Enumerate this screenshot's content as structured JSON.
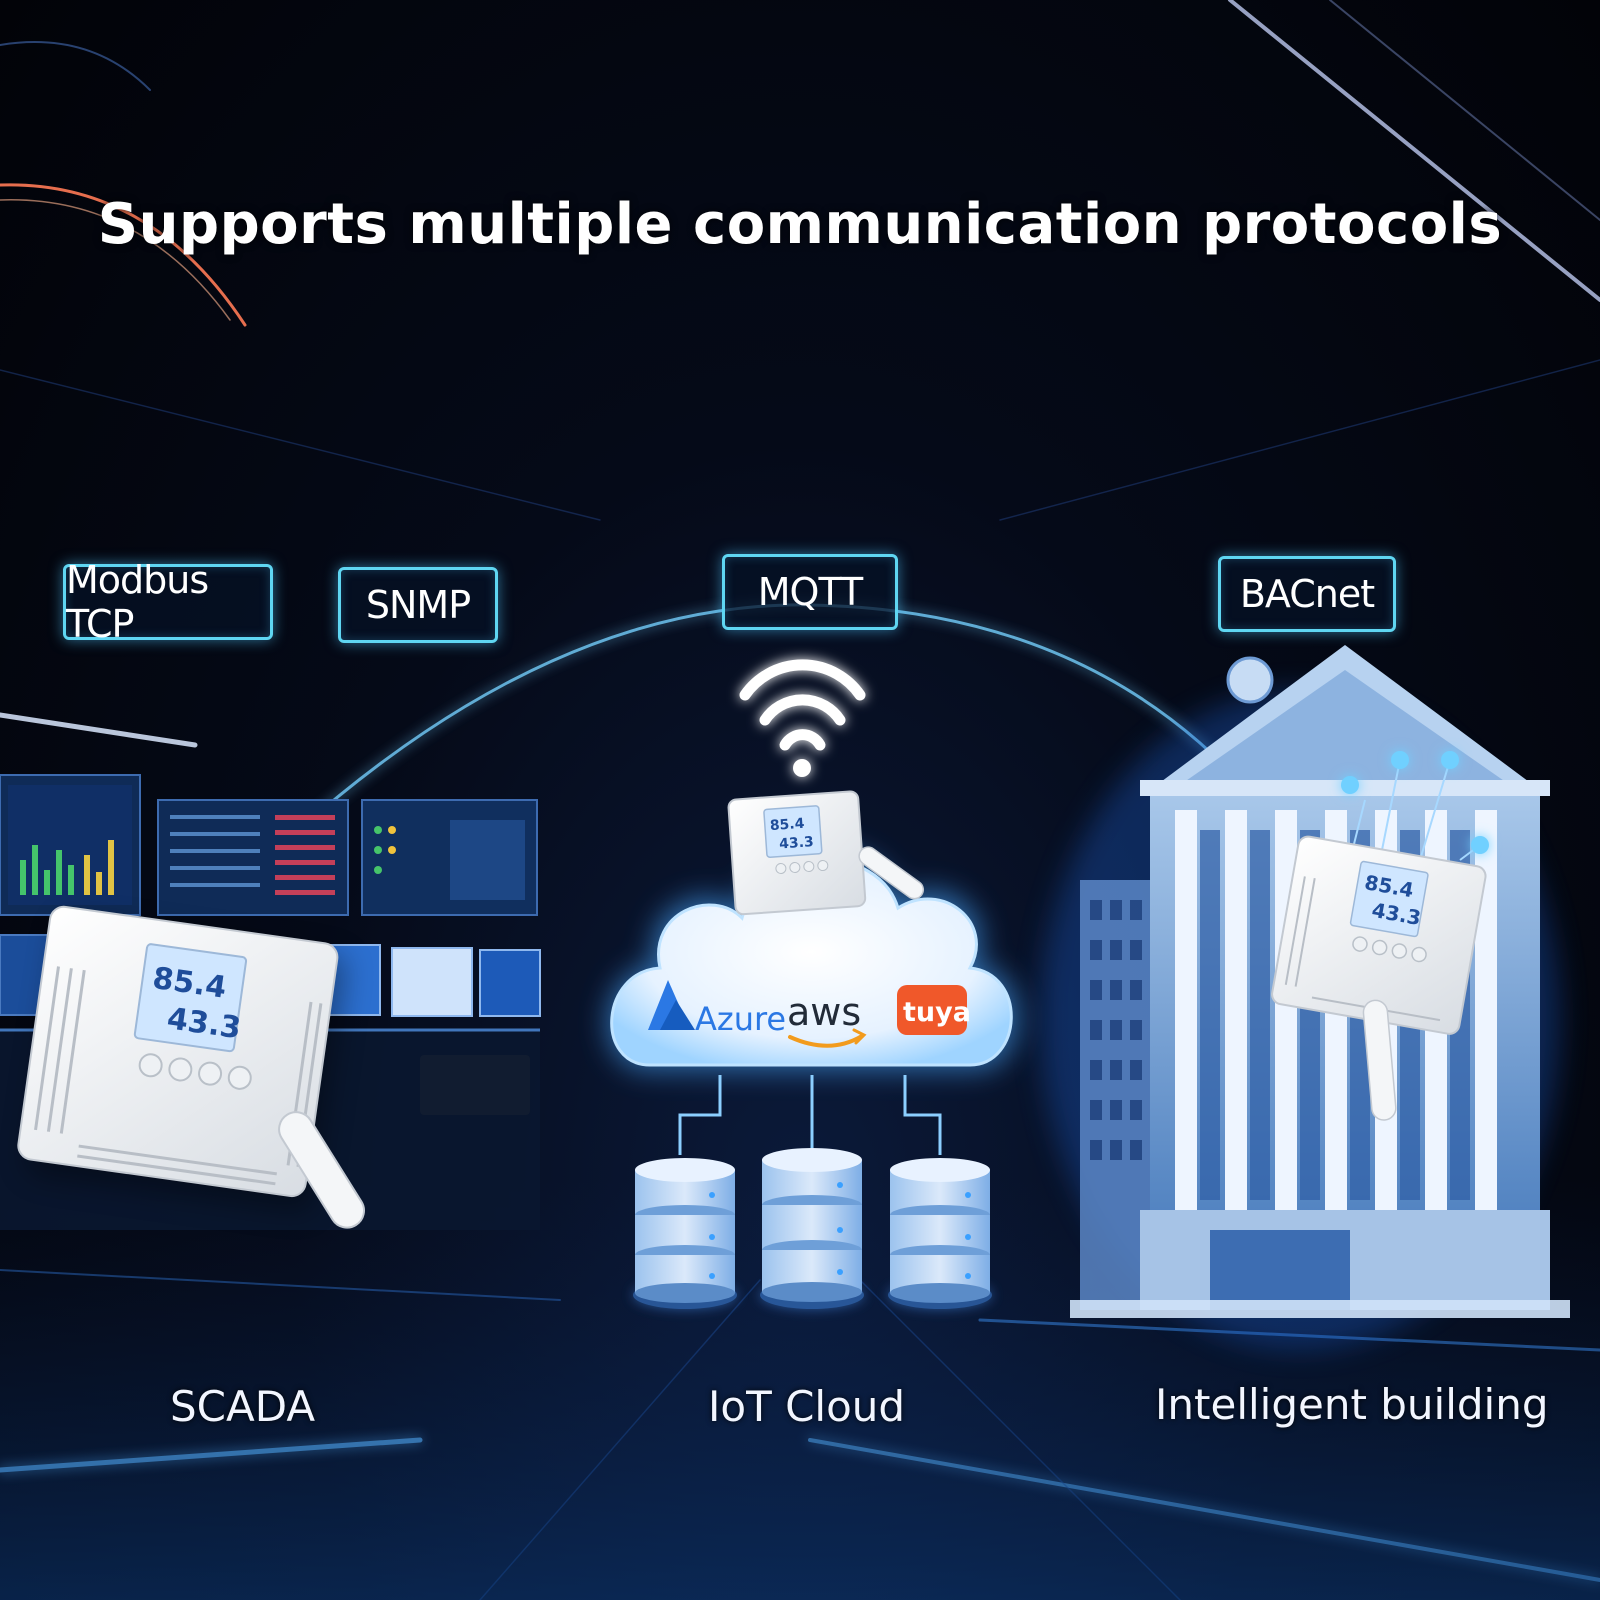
{
  "headline": "Supports multiple communication protocols",
  "protocols": {
    "modbus": "Modbus TCP",
    "snmp": "SNMP",
    "mqtt": "MQTT",
    "bacnet": "BACnet"
  },
  "cloud_providers": {
    "azure": "Azure",
    "aws": "aws",
    "tuya": "tuya"
  },
  "device_display": {
    "line1": "85.4",
    "line2": "43.3"
  },
  "scenes": {
    "scada": "SCADA",
    "iot_cloud": "IoT Cloud",
    "building": "Intelligent building"
  },
  "colors": {
    "accent": "#5fd6f2",
    "azure": "#2b78e4",
    "aws_smile": "#f29b1d",
    "tuya": "#f0582a"
  },
  "icons": [
    "wifi-icon",
    "cloud-icon",
    "database-icon",
    "azure-logo-icon",
    "aws-logo-icon",
    "tuya-logo-icon",
    "sensor-device-icon",
    "building-icon",
    "monitor-icon"
  ]
}
